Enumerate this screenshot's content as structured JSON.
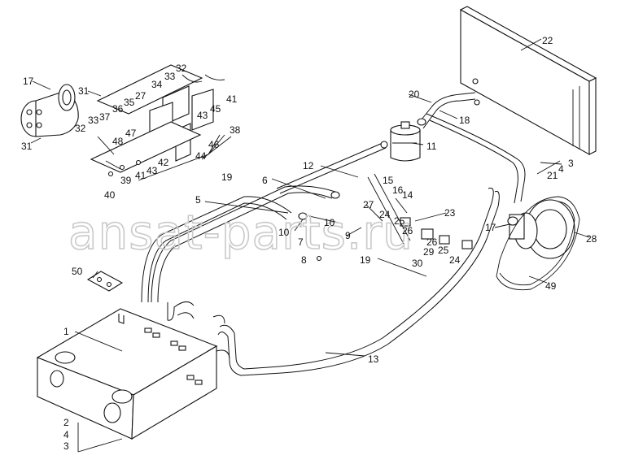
{
  "watermark": "ansat-parts.ru",
  "labels": [
    "1",
    "2",
    "3",
    "4",
    "5",
    "6",
    "7",
    "8",
    "9",
    "10",
    "10",
    "11",
    "12",
    "13",
    "14",
    "15",
    "16",
    "17",
    "17",
    "18",
    "19",
    "19",
    "20",
    "21",
    "22",
    "23",
    "24",
    "24",
    "25",
    "25",
    "26",
    "26",
    "27",
    "27",
    "28",
    "29",
    "30",
    "31",
    "31",
    "32",
    "32",
    "33",
    "33",
    "34",
    "35",
    "36",
    "37",
    "38",
    "39",
    "40",
    "41",
    "41",
    "42",
    "43",
    "43",
    "44",
    "45",
    "46",
    "47",
    "48",
    "49",
    "50",
    "3",
    "4"
  ],
  "icons": [
    "compressor-icon",
    "condenser-icon",
    "receiver-drier-icon",
    "evaporator-unit-icon",
    "bracket-plate-icon",
    "pulley-icon",
    "belt-icon"
  ]
}
